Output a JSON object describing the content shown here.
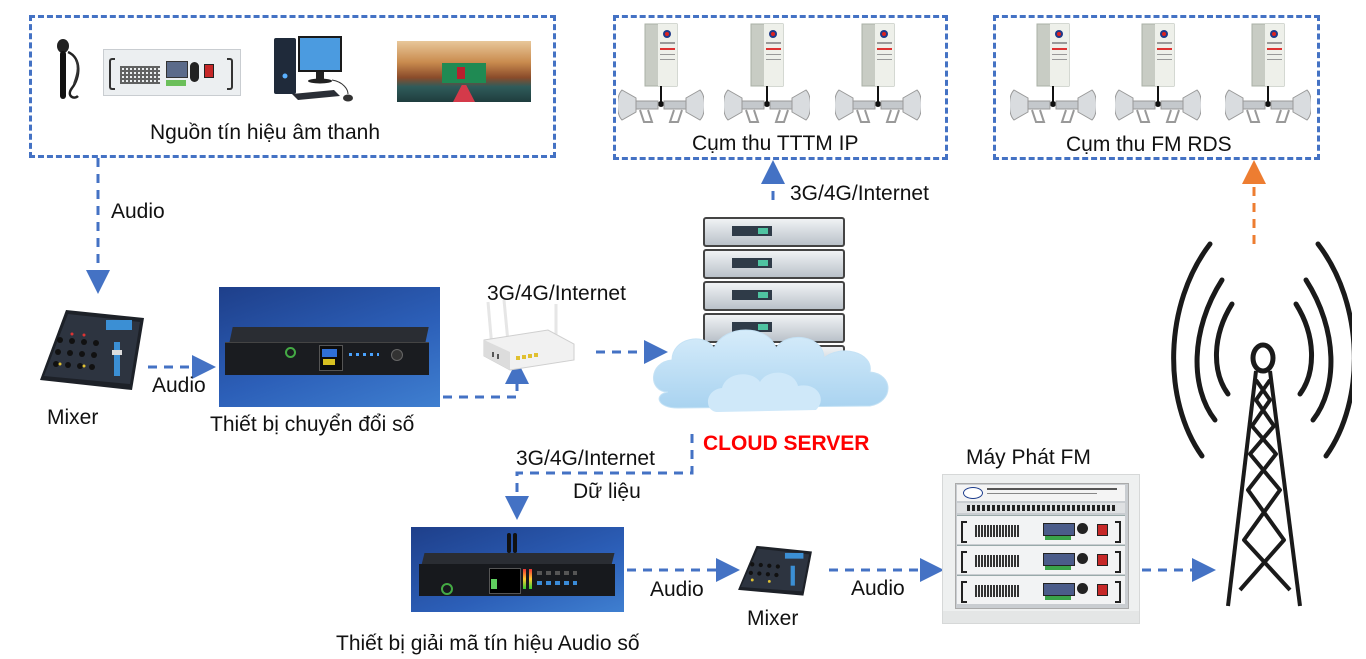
{
  "diagram": {
    "groups": {
      "audio_sources": {
        "label": "Nguồn tín hiệu âm thanh",
        "items": [
          "microphone",
          "audio-rack-unit",
          "desktop-computer",
          "conference-hall"
        ]
      },
      "ip_receivers": {
        "label": "Cụm thu TTTM IP",
        "count": 3
      },
      "fm_rds_receivers": {
        "label": "Cụm thu FM RDS",
        "count": 3
      }
    },
    "nodes": {
      "mixer_top": "Mixer",
      "digital_converter": "Thiết bị chuyển đổi số",
      "router": "",
      "cloud_server": "CLOUD SERVER",
      "decoder": "Thiết bị giải mã tín hiệu Audio số",
      "mixer_bottom": "Mixer",
      "fm_transmitter": "Máy Phát FM",
      "antenna_tower": ""
    },
    "edges": {
      "sources_to_mixer": "Audio",
      "mixer_to_converter": "Audio",
      "router_label": "3G/4G/Internet",
      "cloud_to_ip": "3G/4G/Internet",
      "cloud_to_decoder_top": "3G/4G/Internet",
      "cloud_to_decoder_bottom": "Dữ liệu",
      "decoder_to_mixer": "Audio",
      "mixer_to_transmitter": "Audio"
    },
    "colors": {
      "connector": "#4472C4",
      "rf_link": "#ED7D31",
      "cloud_label": "#FF0000"
    }
  }
}
